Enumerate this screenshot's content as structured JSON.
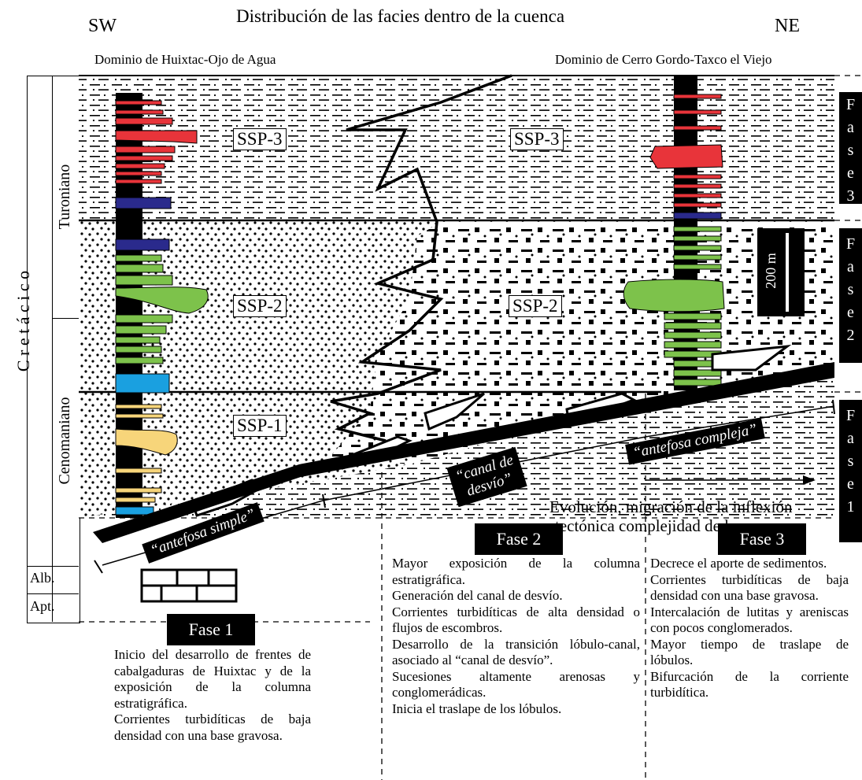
{
  "title": "Distribución de las facies dentro de la cuenca",
  "dir_left": "SW",
  "dir_right": "NE",
  "domain_left": "Dominio de Huixtac-Ojo de Agua",
  "domain_right": "Dominio de Cerro Gordo-Taxco el Viejo",
  "stratigraphy": {
    "system": "C r e t á c i c o",
    "stages": [
      "Turoniano",
      "Cenomaniano",
      "Alb.",
      "Apt."
    ]
  },
  "sequences": {
    "ssp1": "SSP-1",
    "ssp2": "SSP-2",
    "ssp3": "SSP-3"
  },
  "phase_columns": [
    "Fase 3",
    "Fase 2",
    "Fase 1"
  ],
  "scale_label": "200 m",
  "annotations": {
    "antefosa_simple": "“antefosa simple”",
    "canal_desvio_1": "“canal de",
    "canal_desvio_2": "desvío”",
    "antefosa_compleja": "“antefosa compleja”",
    "evolucion_1": "Evolución, migración de la inflexión",
    "evolucion_2": "tectónica complejidad de la cuenca"
  },
  "phases": [
    {
      "label": "Fase 1",
      "lines": [
        "Inicio del desarrollo de frentes de cabalgaduras de Huixtac y de la exposición de la columna estratigráfica.",
        "Corrientes turbidíticas de baja densidad con una base gravosa."
      ]
    },
    {
      "label": "Fase 2",
      "lines": [
        "Mayor exposición de la columna estratigráfica.",
        "Generación del canal de desvío.",
        "Corrientes turbidíticas de alta densidad o flujos de escombros.",
        "Desarrollo de la transición lóbulo-canal, asociado al “canal de desvío”.",
        "Sucesiones altamente arenosas y conglomerádicas.",
        "Inicia el traslape de los lóbulos."
      ]
    },
    {
      "label": "Fase 3",
      "lines": [
        "Decrece el aporte de sedimentos.",
        "Corrientes turbidíticas de baja densidad con una base gravosa.",
        "Intercalación de lutitas y areniscas con pocos conglomerados.",
        "Mayor tiempo de traslape de lóbulos.",
        "Bifurcación de la corriente turbidítica."
      ]
    }
  ],
  "colors": {
    "red": "#e8343a",
    "green": "#7dc24b",
    "blue": "#1aa0e0",
    "navy": "#2a2a8c",
    "yellow": "#f7d57a",
    "black": "#000000"
  }
}
